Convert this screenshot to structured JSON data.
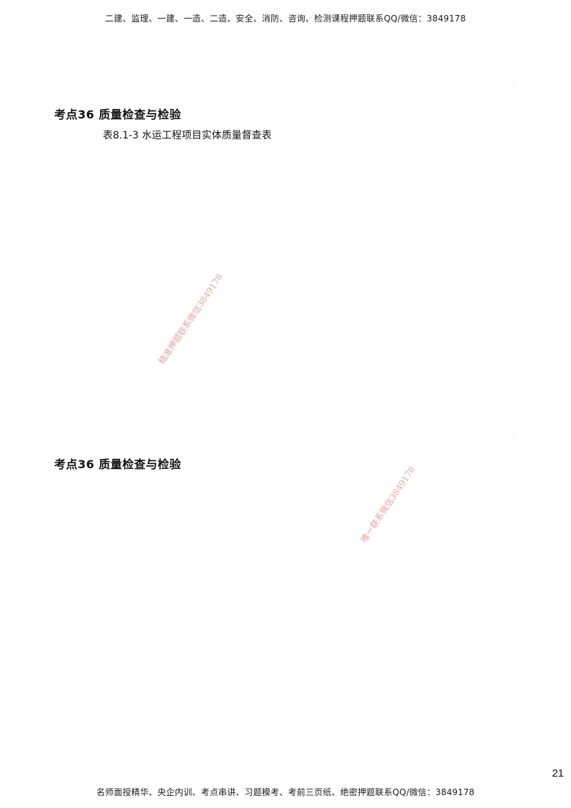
{
  "header": {
    "text": "二建、监理、一建、一造、二造、安全、消防、咨询、检测课程押题联系QQ/微信：3849178"
  },
  "sections": [
    {
      "heading": "考点36 质量检查与检验",
      "caption": "表8.1-3 水运工程项目实体质量督查表"
    },
    {
      "heading": "考点36 质量检查与检验"
    }
  ],
  "watermarks": [
    "精准押题联系微信3849178",
    "唯一联系微信3849178"
  ],
  "page_number": "21",
  "footer": {
    "text": "名师面授精华、央企内训、考点串讲、习题模考、考前三页纸、绝密押题联系QQ/微信：3849178"
  }
}
